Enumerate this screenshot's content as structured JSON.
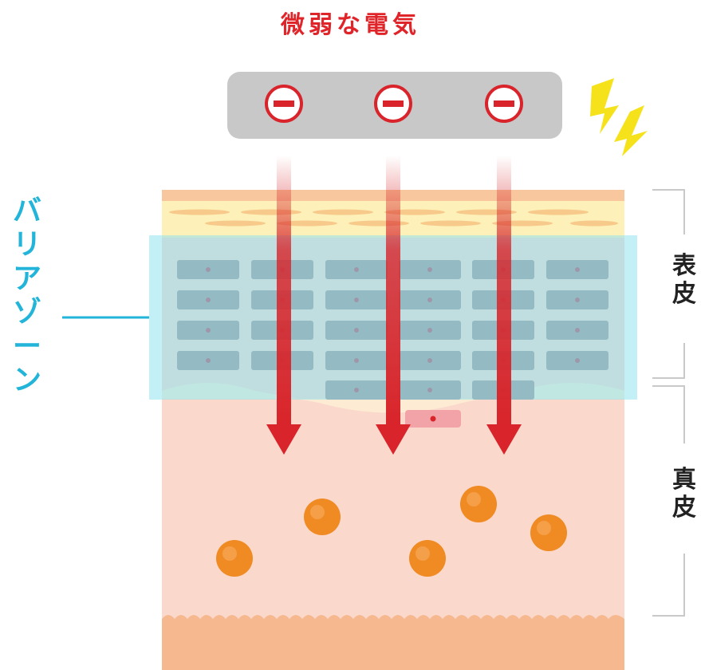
{
  "title": "微弱な電気",
  "labels": {
    "barrier_zone": "バリアゾーン",
    "epidermis": "表皮",
    "dermis": "真皮"
  },
  "colors": {
    "title": "#e0252a",
    "barrier_zone": "#23b5d9",
    "arrow": "#d8242a",
    "electrode_plate": "#c8c8c8",
    "lightning": "#f5e21b",
    "dermis": "#fbd8cc",
    "dermis_bottom": "#f6b88e",
    "cells": "#9a8a90",
    "particles": "#f08a22"
  },
  "icons": {
    "charge": "minus-circle-icon",
    "spark": "lightning-bolt-icon"
  }
}
